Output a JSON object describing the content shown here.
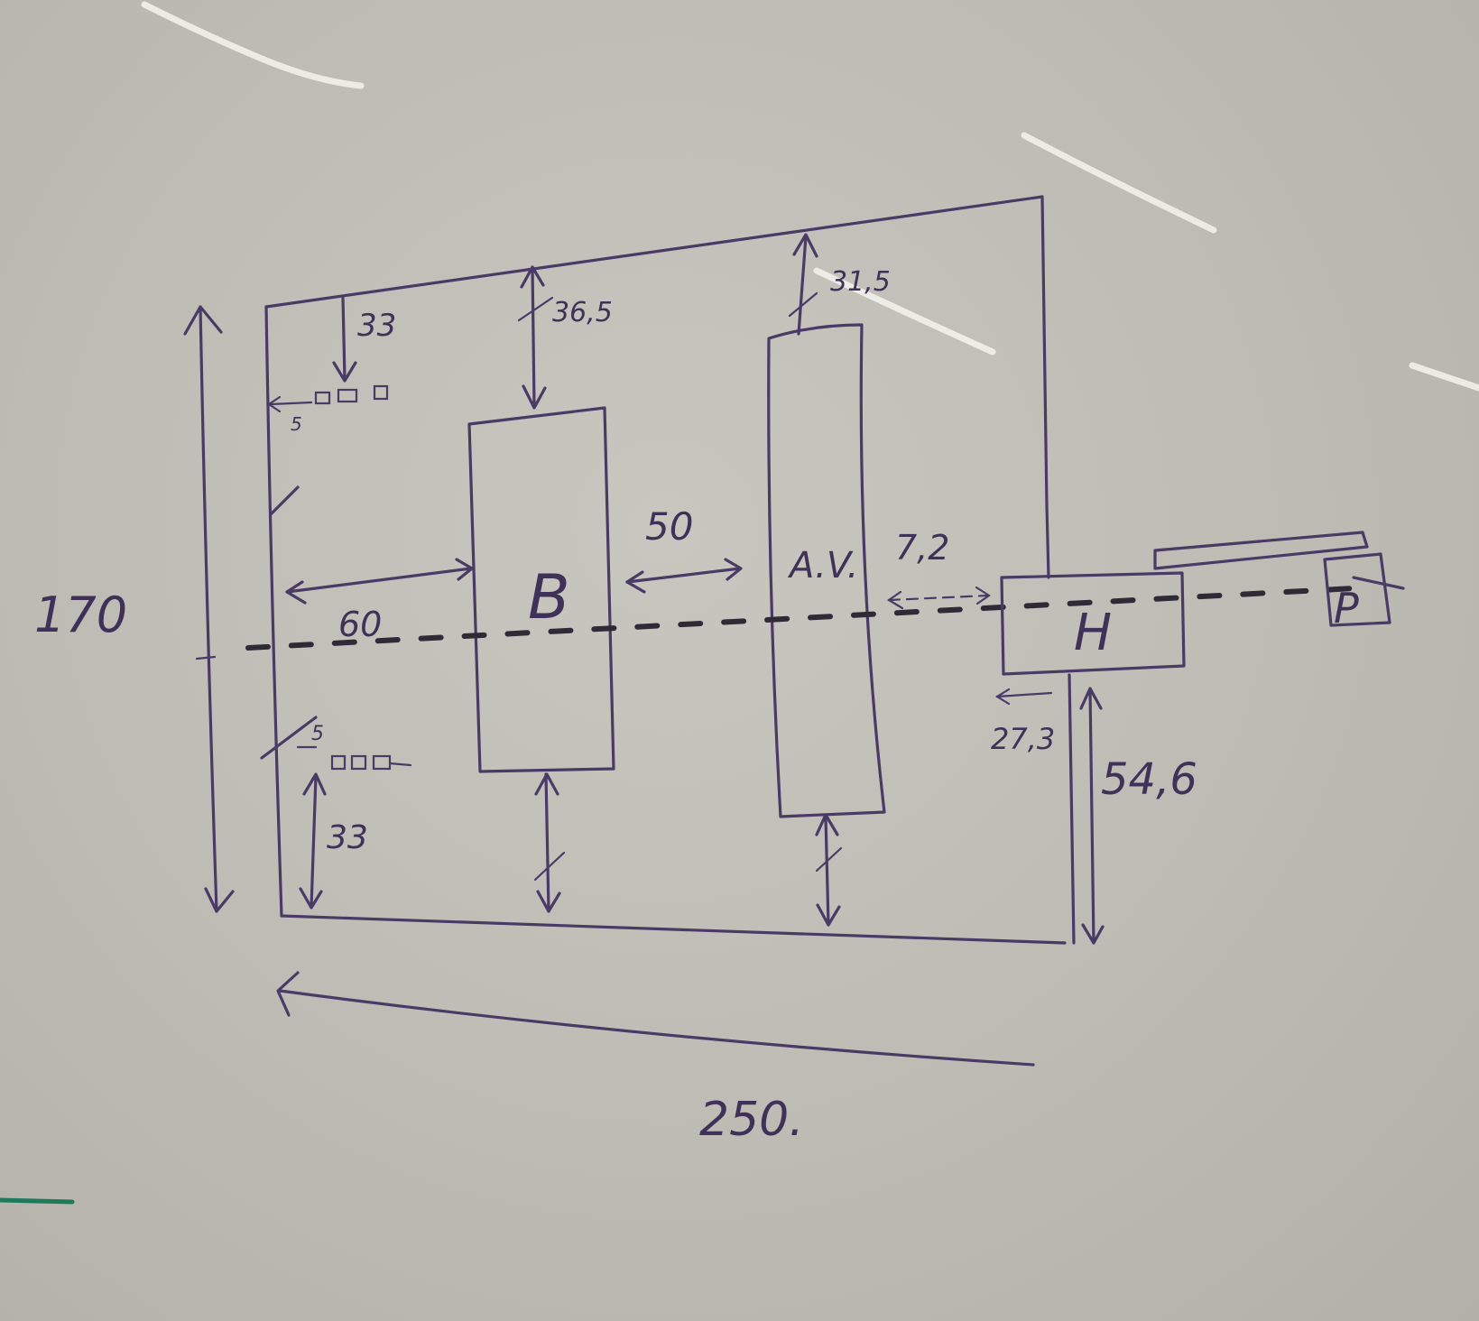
{
  "labels": {
    "height_total": "170",
    "width_total": "250.",
    "top_left_gap": "33",
    "bottom_left_gap": "33",
    "small_offset_top": "5",
    "small_offset_bottom": "5",
    "b_top_gap": "36,5",
    "av_top_gap": "31,5",
    "left_to_b": "60",
    "b_to_av": "50",
    "av_to_h": "7,2",
    "block_b": "B",
    "block_av": "A.V.",
    "block_h": "H",
    "h_offset": "27,3",
    "h_height": "54,6",
    "end_symbol": "P"
  },
  "colors": {
    "ink": "#4a3a66",
    "board": "#bdbab3"
  }
}
